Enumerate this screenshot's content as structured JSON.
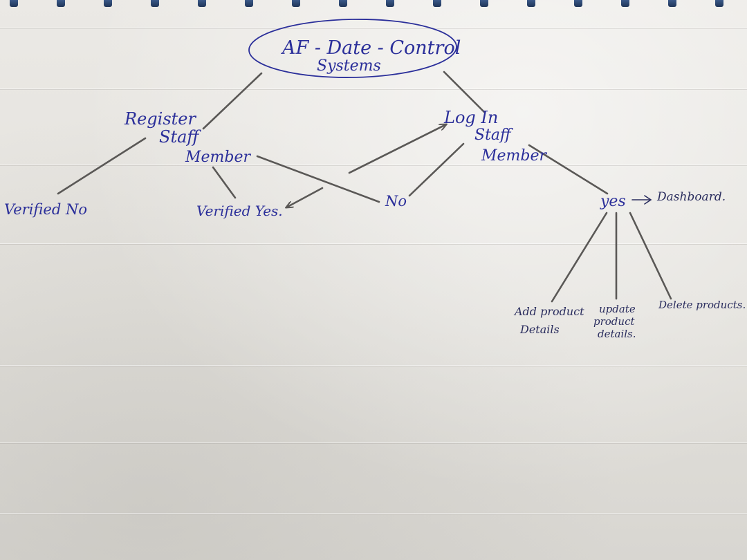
{
  "title": {
    "line1": "AF - Date - Control",
    "line2": "Systems"
  },
  "nodes": {
    "register": {
      "line1": "Register",
      "line2": "Staff",
      "line3": "Member"
    },
    "login": {
      "line1": "Log In",
      "line2": "Staff",
      "line3": "Member"
    },
    "verified_no": "Verified No",
    "verified_yes": "Verified Yes.",
    "no": "No",
    "yes": "yes",
    "dashboard": "Dashboard.",
    "add_product": {
      "line1": "Add product",
      "line2": "Details"
    },
    "update_product": {
      "line1": "update",
      "line2": "product",
      "line3": "details."
    },
    "delete_products": "Delete products."
  },
  "colors": {
    "ink_blue": "#2b2f9a",
    "ink_dark": "#2a2d5e",
    "pencil": "#5a5856"
  }
}
